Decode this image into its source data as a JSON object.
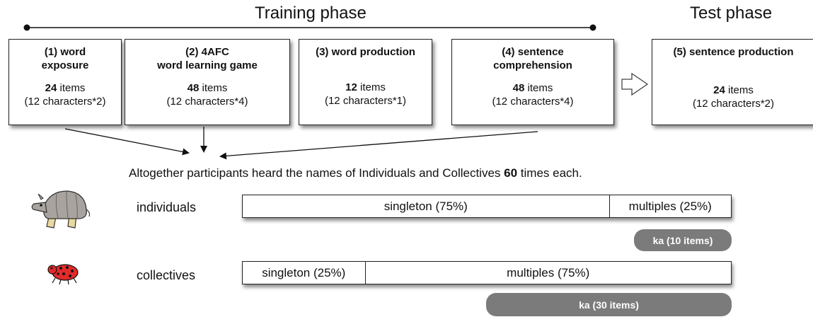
{
  "phases": {
    "training": "Training phase",
    "test": "Test phase"
  },
  "steps": [
    {
      "title_line1": "(1) word",
      "title_line2": "exposure",
      "count": "24",
      "count_suffix": " items",
      "detail": "(12 characters*2)"
    },
    {
      "title_line1": "(2) 4AFC",
      "title_line2": "word learning game",
      "count": "48",
      "count_suffix": " items",
      "detail": "(12 characters*4)"
    },
    {
      "title_line1": "(3) word production",
      "title_line2": "",
      "count": "12",
      "count_suffix": " items",
      "detail": "(12 characters*1)"
    },
    {
      "title_line1": "(4) sentence",
      "title_line2": "comprehension",
      "count": "48",
      "count_suffix": " items",
      "detail": "(12 characters*4)"
    },
    {
      "title_line1": "(5) sentence production",
      "title_line2": "",
      "count": "24",
      "count_suffix": " items",
      "detail": "(12 characters*2)"
    }
  ],
  "summary": {
    "prefix": "Altogether participants heard the names of Individuals and Collectives ",
    "number": "60",
    "suffix": " times each."
  },
  "rows": [
    {
      "label": "individuals",
      "icon": "armadillo-icon",
      "segments": [
        {
          "label": "singleton (75%)",
          "share": 75
        },
        {
          "label": "multiples (25%)",
          "share": 25
        }
      ],
      "ka_label": "ka (10 items)"
    },
    {
      "label": "collectives",
      "icon": "ladybug-cluster-icon",
      "segments": [
        {
          "label": "singleton (25%)",
          "share": 25
        },
        {
          "label": "multiples (75%)",
          "share": 75
        }
      ],
      "ka_label": "ka (30 items)"
    }
  ],
  "colors": {
    "pill": "#7b7b7b",
    "armadillo_body": "#a8a39e",
    "armadillo_legs": "#e8d9a0",
    "bug_body": "#e22a2a"
  }
}
